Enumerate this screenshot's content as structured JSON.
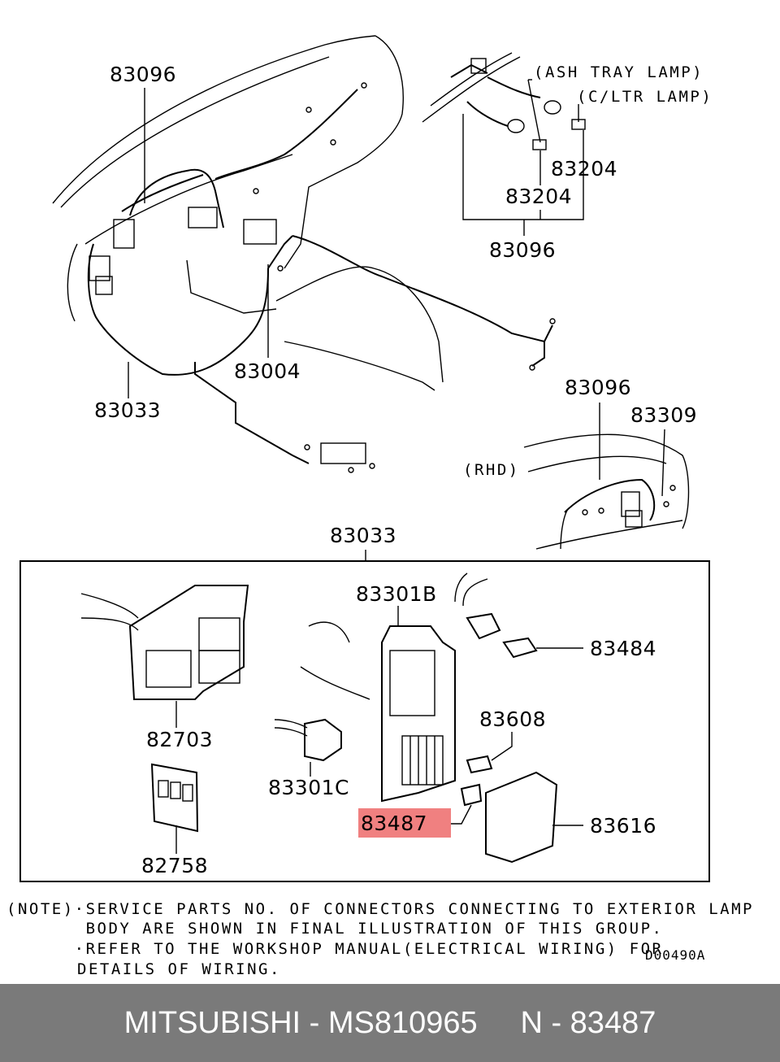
{
  "labels": {
    "l83096_a": "83096",
    "l83096_b": "83096",
    "l83096_c": "83096",
    "l83204_a": "83204",
    "l83204_b": "83204",
    "l83004": "83004",
    "l83033_a": "83033",
    "l83033_b": "83033",
    "l83309": "83309",
    "l83301b": "83301B",
    "l83484": "83484",
    "l83608": "83608",
    "l83616": "83616",
    "l83487": "83487",
    "l82703": "82703",
    "l83301c": "83301C",
    "l82758": "82758"
  },
  "callouts": {
    "ash_tray": "(ASH TRAY LAMP)",
    "c_ltr": "(C/LTR LAMP)",
    "rhd": "(RHD)"
  },
  "highlight_color": "#f08080",
  "note": {
    "line1": "(NOTE)·SERVICE PARTS NO. OF CONNECTORS CONNECTING TO EXTERIOR LAMP",
    "line2": "       BODY ARE SHOWN IN FINAL ILLUSTRATION OF THIS GROUP.",
    "line3": "      ·REFER TO THE WORKSHOP MANUAL(ELECTRICAL WIRING) FOR",
    "line4": "DETAILS OF WIRING.",
    "code": "D00490A"
  },
  "footer": {
    "text": "MITSUBISHI - MS810965     N - 83487"
  }
}
